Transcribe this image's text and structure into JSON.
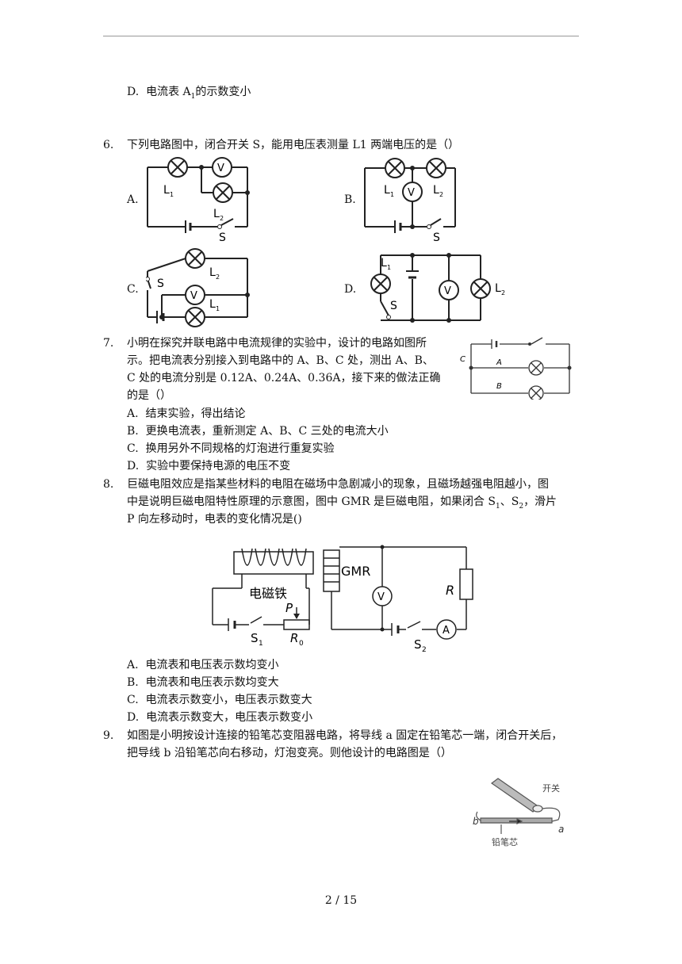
{
  "d_option": {
    "label": "D.",
    "text_pre": "电流表 A",
    "sub": "1",
    "text_post": "的示数变小"
  },
  "q6": {
    "num": "6.",
    "stem": "下列电路图中，闭合开关 S，能用电压表测量 L1 两端电压的是（）",
    "labels": [
      "A.",
      "B.",
      "C.",
      "D."
    ],
    "circuit_text": {
      "L1": "L",
      "sub1": "1",
      "L2": "L",
      "sub2": "2",
      "V": "V",
      "S": "S"
    }
  },
  "q7": {
    "num": "7.",
    "stem": [
      "小明在探究并联电路中电流规律的实验中，设计的电路如图所",
      "示。把电流表分别接入到电路中的 A、B、C 处，测出 A、B、",
      "C 处的电流分别是 0.12A、0.24A、0.36A，接下来的做法正确",
      "的是（）"
    ],
    "options": [
      {
        "label": "A.",
        "text": "结束实验，得出结论"
      },
      {
        "label": "B.",
        "text": "更换电流表，重新测定 A、B、C 三处的电流大小"
      },
      {
        "label": "C.",
        "text": "换用另外不同规格的灯泡进行重复实验"
      },
      {
        "label": "D.",
        "text": "实验中要保持电源的电压不变"
      }
    ],
    "figure": {
      "A": "A",
      "B": "B",
      "C": "C"
    }
  },
  "q8": {
    "num": "8.",
    "stem": [
      "巨磁电阻效应是指某些材料的电阻在磁场中急剧减小的现象，且磁场越强电阻越小，图",
      "中是说明巨磁电阻特性原理的示意图，图中 GMR 是巨磁电阻，如果闭合 S",
      "1",
      "、S",
      "2",
      "，滑片",
      "P 向左移动时，电表的变化情况是()"
    ],
    "options": [
      {
        "label": "A.",
        "text": "电流表和电压表示数均变小"
      },
      {
        "label": "B.",
        "text": "电流表和电压表示数均变大"
      },
      {
        "label": "C.",
        "text": "电流表示数变小，电压表示数变大"
      },
      {
        "label": "D.",
        "text": "电流表示数变大，电压表示数变小"
      }
    ],
    "figure": {
      "electromagnet": "电磁铁",
      "GMR": "GMR",
      "V": "V",
      "A": "A",
      "R": "R",
      "P": "P",
      "S1": "S",
      "S1_sub": "1",
      "R0": "R",
      "R0_sub": "0",
      "S2": "S",
      "S2_sub": "2"
    }
  },
  "q9": {
    "num": "9.",
    "stem": [
      "如图是小明按设计连接的铅笔芯变阻器电路，将导线 a 固定在铅笔芯一端，闭合开关后，",
      "把导线 b 沿铅笔芯向右移动，灯泡变亮。则他设计的电路图是（）"
    ],
    "figure": {
      "switch": "开关",
      "b": "b",
      "a": "a",
      "lead": "铅笔芯"
    }
  },
  "page_number": "2 / 15"
}
